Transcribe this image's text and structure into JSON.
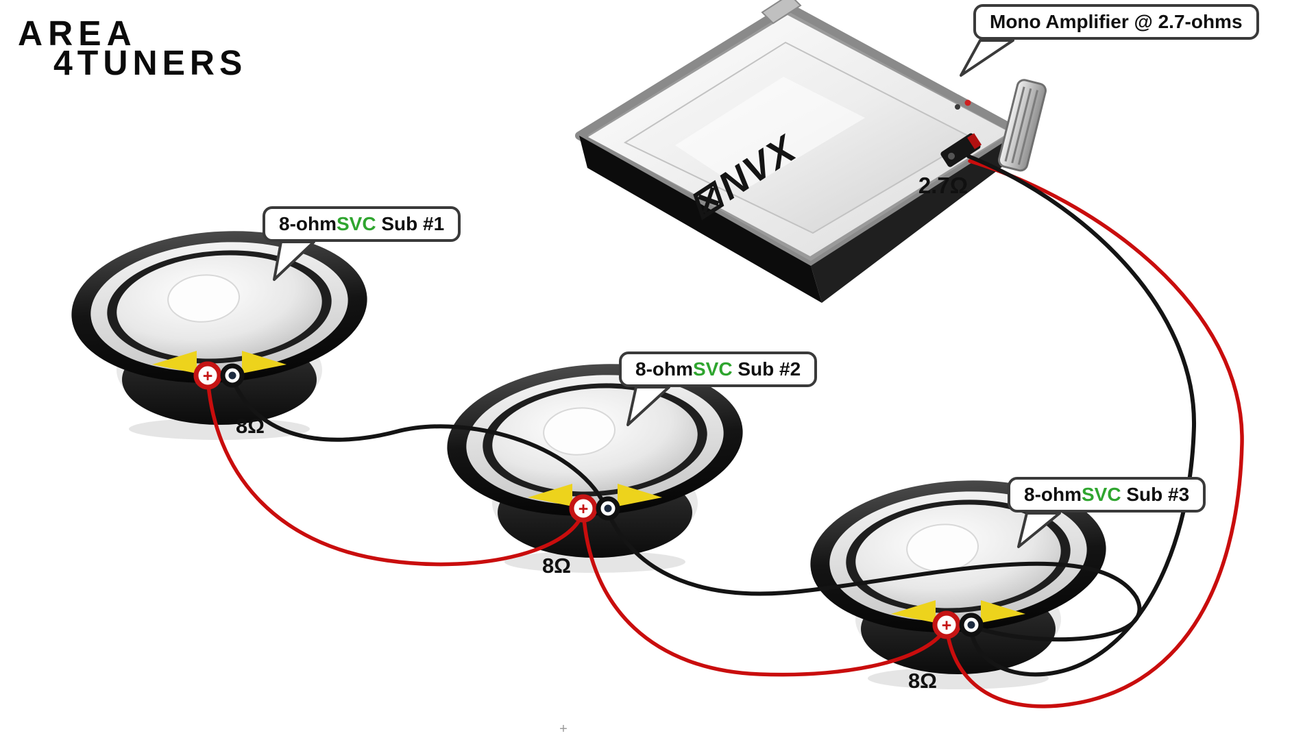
{
  "page": {
    "background": "#ffffff",
    "stray_mark": "+"
  },
  "logo": {
    "line1": "AREA",
    "line2": "4TUNERS"
  },
  "amplifier": {
    "callout_label": "Mono Amplifier @ 2.7-ohms",
    "brand_icon": "⊠",
    "brand": "NVX",
    "output_impedance": "2.7Ω"
  },
  "subwoofers": [
    {
      "label_prefix": "8-ohm",
      "label_svc": "SVC",
      "label_suffix": " Sub #1",
      "impedance": "8Ω"
    },
    {
      "label_prefix": "8-ohm",
      "label_svc": "SVC",
      "label_suffix": " Sub #2",
      "impedance": "8Ω"
    },
    {
      "label_prefix": "8-ohm",
      "label_svc": "SVC",
      "label_suffix": " Sub #3",
      "impedance": "8Ω"
    }
  ],
  "terminals": {
    "positive": "+"
  },
  "colors": {
    "svc_green": "#2fa52f",
    "wire_positive": "#c90d0d",
    "wire_negative": "#141414",
    "callout_border": "#3a3a3a",
    "terminal_positive": "#c51414",
    "terminal_negative": "#101010",
    "accent_yellow": "#edd31c"
  }
}
